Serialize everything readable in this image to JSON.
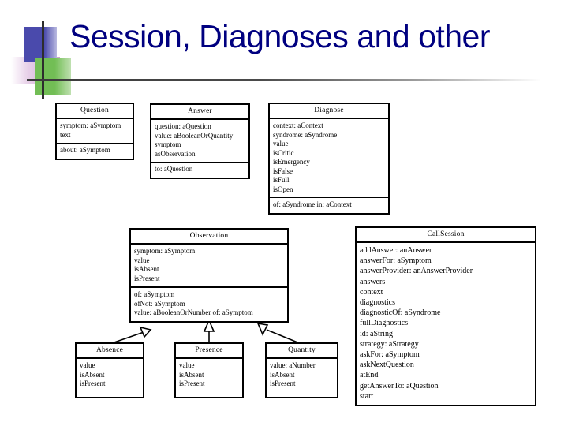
{
  "slide": {
    "title": "Session, Diagnoses and other",
    "title_color": "#000080",
    "background_color": "#ffffff",
    "decoration": {
      "blue_color": "#4a4aac",
      "pink_color": "#cba3cf",
      "green_color": "#72be55",
      "line_color": "#2d2d2d"
    }
  },
  "diagram": {
    "type": "uml-class-diagram",
    "classes": [
      {
        "id": "question",
        "name": "Question",
        "attributes": [
          "symptom: aSymptom",
          "text"
        ],
        "operations": [
          "about: aSymptom"
        ]
      },
      {
        "id": "answer",
        "name": "Answer",
        "attributes": [
          "question: aQuestion",
          "value: aBooleanOrQuantity",
          "symptom",
          "asObservation"
        ],
        "operations": [
          "to: aQuestion"
        ]
      },
      {
        "id": "diagnose",
        "name": "Diagnose",
        "attributes": [
          "context: aContext",
          "syndrome: aSyndrome",
          "value",
          "isCritic",
          "isEmergency",
          "isFalse",
          "isFull",
          "isOpen"
        ],
        "operations": [
          "of: aSyndrome in: aContext"
        ]
      },
      {
        "id": "observation",
        "name": "Observation",
        "attributes": [
          "symptom: aSymptom",
          "value",
          "isAbsent",
          "isPresent"
        ],
        "operations": [
          "of: aSymptom",
          "ofNot: aSymptom",
          "value: aBooleanOrNumber of: aSymptom"
        ]
      },
      {
        "id": "callsession",
        "name": "CallSession",
        "attributes": [
          "addAnswer: anAnswer",
          "answerFor: aSymptom",
          "answerProvider: anAnswerProvider",
          "answers",
          "context",
          "diagnostics",
          "diagnosticOf: aSyndrome",
          "fullDiagnostics",
          "id: aString",
          "strategy: aStrategy",
          "askFor: aSymptom",
          "askNextQuestion",
          "atEnd",
          "getAnswerTo: aQuestion",
          "start"
        ],
        "operations": []
      },
      {
        "id": "absence",
        "name": "Absence",
        "attributes": [
          "value",
          "isAbsent",
          "isPresent"
        ],
        "operations": []
      },
      {
        "id": "presence",
        "name": "Presence",
        "attributes": [
          "value",
          "isAbsent",
          "isPresent"
        ],
        "operations": []
      },
      {
        "id": "quantity",
        "name": "Quantity",
        "attributes": [
          "value: aNumber",
          "isAbsent",
          "isPresent"
        ],
        "operations": []
      }
    ],
    "relationships": [
      {
        "from": "Absence",
        "to": "Observation",
        "kind": "generalization"
      },
      {
        "from": "Presence",
        "to": "Observation",
        "kind": "generalization"
      },
      {
        "from": "Quantity",
        "to": "Observation",
        "kind": "generalization"
      }
    ]
  }
}
